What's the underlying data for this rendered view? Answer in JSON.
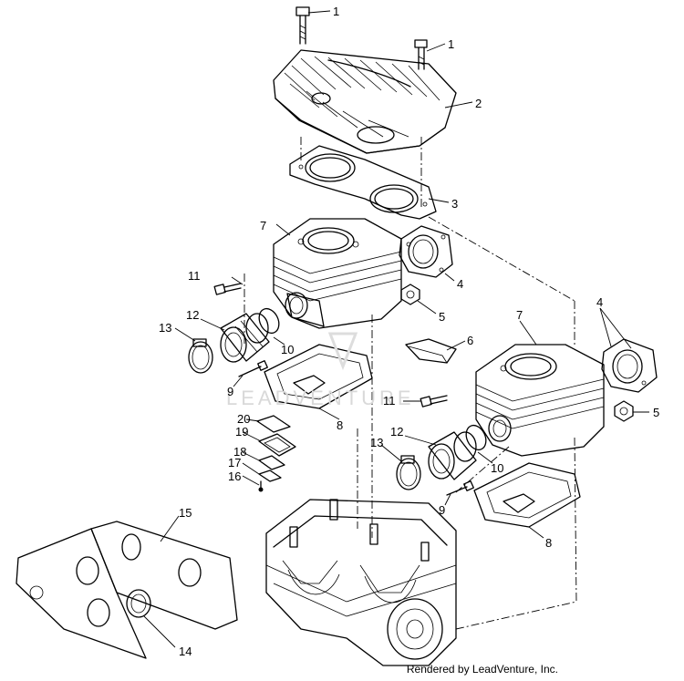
{
  "watermark": "LEADVENTURE",
  "credit": "Rendered by LeadVenture, Inc.",
  "callouts": {
    "c1a": "1",
    "c1b": "1",
    "c2": "2",
    "c3": "3",
    "c4a": "4",
    "c4b": "4",
    "c5a": "5",
    "c5b": "5",
    "c6": "6",
    "c7a": "7",
    "c7b": "7",
    "c8a": "8",
    "c8b": "8",
    "c9a": "9",
    "c9b": "9",
    "c10a": "10",
    "c10b": "10",
    "c11a": "11",
    "c11b": "11",
    "c12a": "12",
    "c12b": "12",
    "c13a": "13",
    "c13b": "13",
    "c14": "14",
    "c15": "15",
    "c16": "16",
    "c17": "17",
    "c18": "18",
    "c19": "19",
    "c20": "20"
  }
}
